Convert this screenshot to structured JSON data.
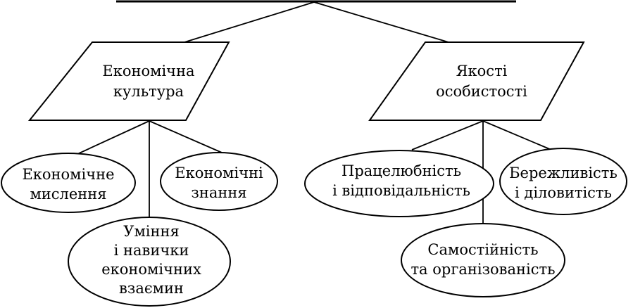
{
  "nodes": {
    "economic_culture": {
      "lines": [
        "Економічна",
        "культура"
      ]
    },
    "personal_qualities": {
      "lines": [
        "Якості",
        "особистості"
      ]
    },
    "economic_thinking": {
      "lines": [
        "Економічне",
        "мислення"
      ]
    },
    "economic_knowledge": {
      "lines": [
        "Економічні",
        "знання"
      ]
    },
    "skills": {
      "lines": [
        "Уміння",
        "і навички",
        "економічних",
        "взаємин"
      ]
    },
    "diligence": {
      "lines": [
        "Працелюбність",
        "і відповідальність"
      ]
    },
    "thrift": {
      "lines": [
        "Бережливість",
        "і діловитість"
      ]
    },
    "independence": {
      "lines": [
        "Самостійність",
        "та організованість"
      ]
    }
  }
}
